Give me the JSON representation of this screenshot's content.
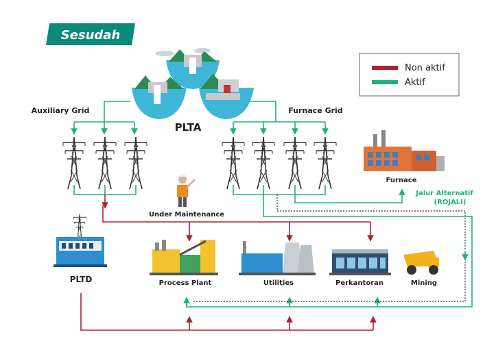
{
  "badge": {
    "title": "Sesudah",
    "color": "#0e8a7a"
  },
  "legend": {
    "items": [
      {
        "label": "Non aktif",
        "color": "#b0212e"
      },
      {
        "label": "Aktif",
        "color": "#1db37a"
      }
    ]
  },
  "nodes": {
    "plta": "PLTA",
    "auxiliary_grid": "Auxiliary Grid",
    "furnace_grid": "Furnace Grid",
    "furnace": "Furnace",
    "under_maintenance": "Under Maintenance",
    "jalur_alternatif": "Jalur Alternatif",
    "rojali": "(ROJALI)",
    "pltd": "PLTD",
    "process_plant": "Process Plant",
    "utilities": "Utilities",
    "perkantoran": "Perkantoran",
    "mining": "Mining"
  },
  "colors": {
    "active": "#1db37a",
    "inactive": "#b0212e",
    "alt_text": "#1db37a",
    "dotted": "#333333"
  }
}
